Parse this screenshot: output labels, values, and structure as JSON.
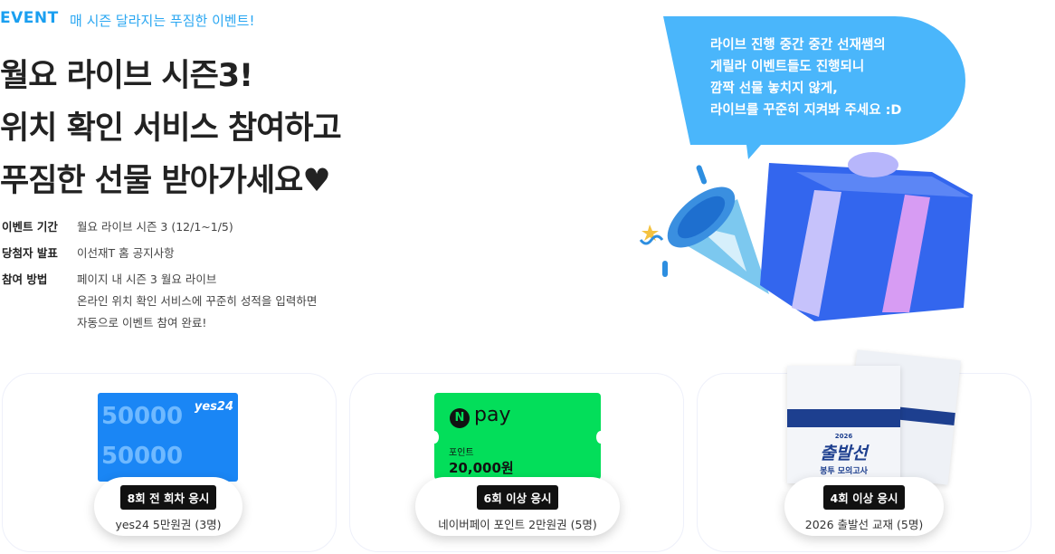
{
  "header": {
    "tag": "EVENT",
    "subtitle": "매 시즌 달라지는 푸짐한 이벤트!"
  },
  "headline": [
    "월요 라이브 시즌3!",
    "위치 확인 서비스 참여하고",
    "푸짐한 선물 받아가세요♥"
  ],
  "info": [
    {
      "label": "이벤트 기간",
      "lines": [
        "월요 라이브 시즌 3 (12/1~1/5)"
      ]
    },
    {
      "label": "당첨자 발표",
      "lines": [
        "이선재T 홈 공지사항"
      ]
    },
    {
      "label": "참여 방법",
      "lines": [
        "페이지 내 시즌 3 월요 라이브",
        "온라인 위치 확인 서비스에 꾸준히 성적을 입력하면",
        "자동으로 이벤트 참여 완료!"
      ]
    }
  ],
  "bubble": {
    "lines": [
      "라이브 진행 중간 중간 선재쌤의",
      "게릴라 이벤트들도 진행되니",
      "깜짝 선물 놓치지 않게,",
      "라이브를 꾸준히 지켜봐 주세요 :D"
    ],
    "color": "#4ab6fb"
  },
  "prizes": [
    {
      "badge": "8회 전 회차 응시",
      "desc": "yes24 5만원권 (3명)",
      "card_brand": "yes24",
      "card_value": "50000"
    },
    {
      "badge": "6회 이상 응시",
      "desc": "네이버페이 포인트 2만원권 (5명)",
      "card_brand": "pay",
      "card_label": "포인트",
      "card_value": "20,000원"
    },
    {
      "badge": "4회 이상 응시",
      "desc": "2026 출발선 교재 (5명)",
      "book_title": "출발선",
      "book_sub": "봉투 모의고사",
      "book_year": "2026"
    }
  ]
}
